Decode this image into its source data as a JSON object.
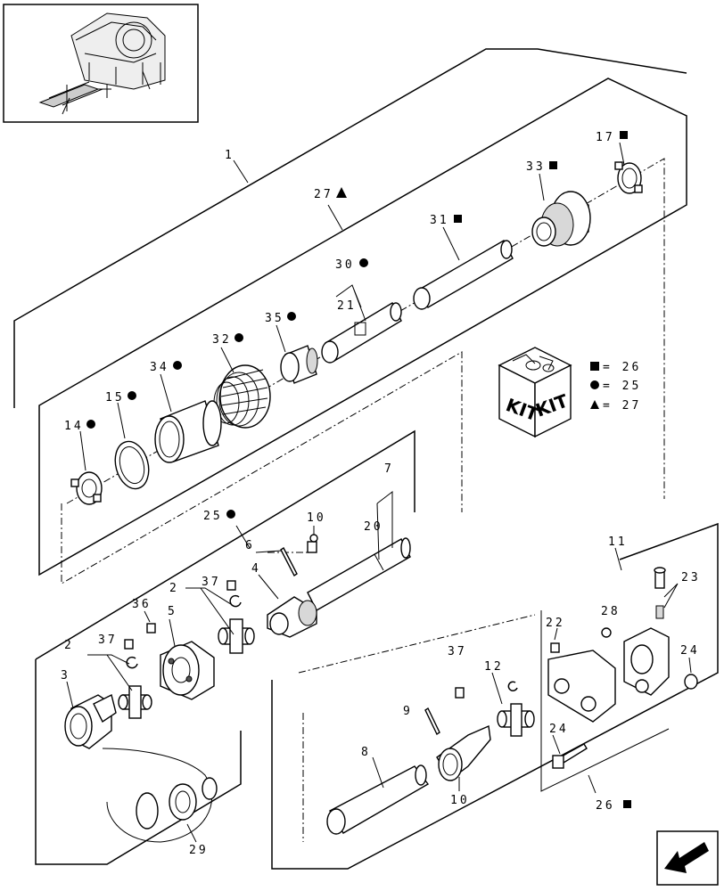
{
  "callouts": {
    "c1": "1",
    "c27": "27",
    "c17": "17",
    "c33": "33",
    "c31": "31",
    "c30": "30",
    "c21": "21",
    "c35": "35",
    "c32": "32",
    "c34": "34",
    "c15": "15",
    "c14": "14",
    "c25": "25",
    "c10a": "10",
    "c7": "7",
    "c20": "20",
    "c6": "6",
    "c4": "4",
    "c37a": "37",
    "c2a": "2",
    "c36": "36",
    "c5": "5",
    "c37b": "37",
    "c2b": "2",
    "c3": "3",
    "c29": "29",
    "c11": "11",
    "c23": "23",
    "c28": "28",
    "c22": "22",
    "c24a": "24",
    "c37c": "37",
    "c12": "12",
    "c9": "9",
    "c8": "8",
    "c10b": "10",
    "c24b": "24",
    "c26": "26"
  },
  "kit_box": {
    "label_left": "KIT",
    "label_right": "KIT"
  },
  "legend": [
    {
      "symbol": "square",
      "text": "= 26"
    },
    {
      "symbol": "circle",
      "text": "= 25"
    },
    {
      "symbol": "triangle",
      "text": "= 27"
    }
  ],
  "symbols": {
    "square-icon": "■",
    "circle-icon": "●",
    "triangle-icon": "▲"
  }
}
